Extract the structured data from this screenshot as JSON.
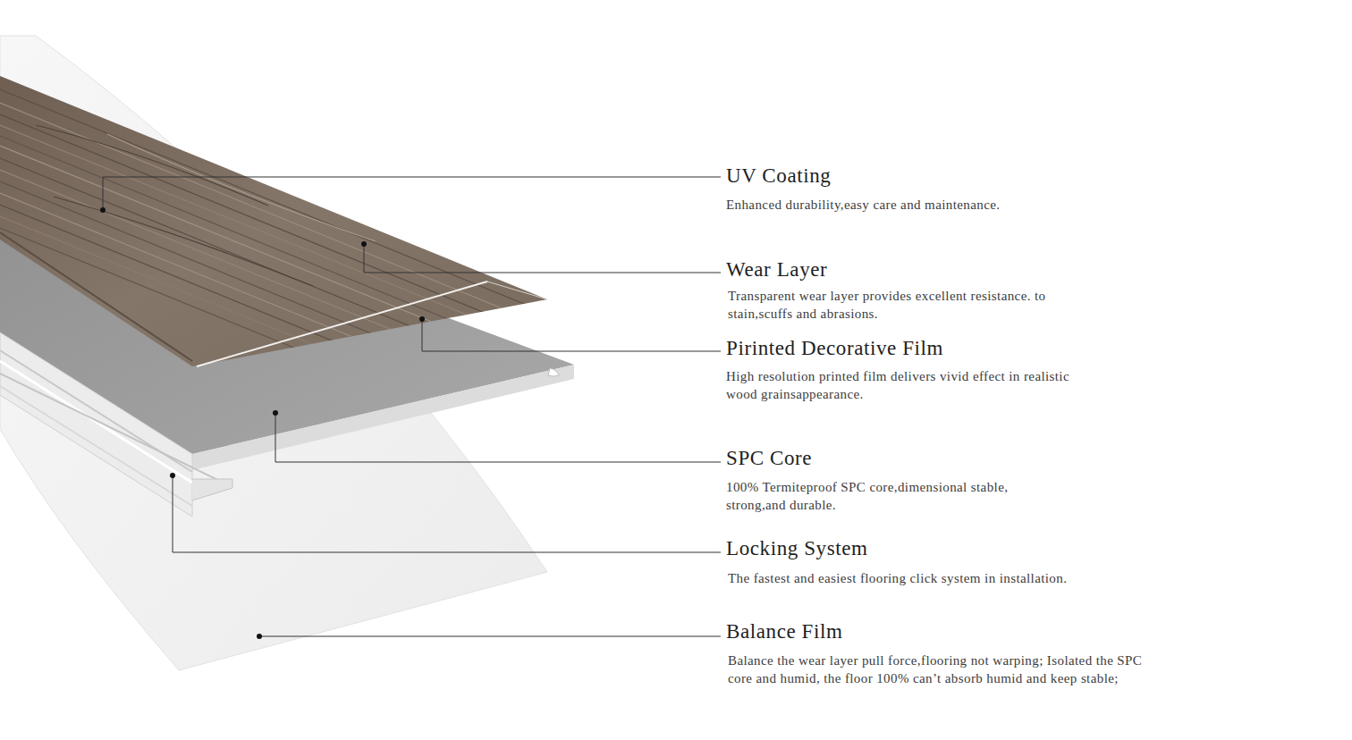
{
  "diagram": {
    "labels": [
      "UV Coating",
      "Enhanced durability,easy care and maintenance.",
      "Wear Layer",
      "Transparent wear layer provides excellent resistance. to stain,scuffs and abrasions.",
      "Pirinted Decorative Film",
      "High resolution printed film delivers vivid effect in realistic wood grainsappearance.",
      "SPC Core",
      "100% Termiteproof SPC core,dimensional stable, strong,and durable.",
      "Locking System",
      "The fastest and easiest flooring click system in installation.",
      "Balance Film",
      "Balance the wear layer pull force,flooring not warping; Isolated the SPC core and humid, the floor 100% can’t absorb humid and keep stable;"
    ]
  }
}
